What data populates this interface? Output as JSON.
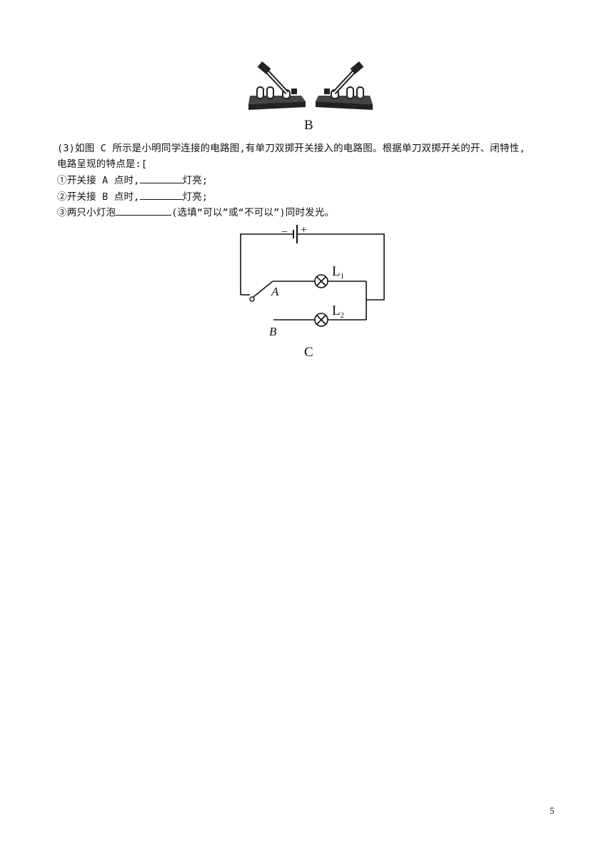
{
  "figure_b": {
    "caption": "B"
  },
  "question": {
    "line1": "(3)如图 C 所示是小明同学连接的电路图,有单刀双掷开关接入的电路图。根据单刀双掷开关的开、闭特性,",
    "line2": "电路呈现的特点是:[",
    "item1_prefix": "①开关接 A 点时,",
    "item1_suffix": "灯亮;",
    "item2_prefix": "②开关接 B 点时,",
    "item2_suffix": "灯亮;",
    "item3_prefix": "③两只小灯泡",
    "item3_suffix": "(选填“可以”或“不可以”)同时发光。"
  },
  "figure_c": {
    "caption": "C",
    "minus": "−",
    "plus": "+",
    "label_a": "A",
    "label_b": "B",
    "lamp1": "L",
    "lamp1_sub": "1",
    "lamp2": "L",
    "lamp2_sub": "2"
  },
  "page_number": "5"
}
